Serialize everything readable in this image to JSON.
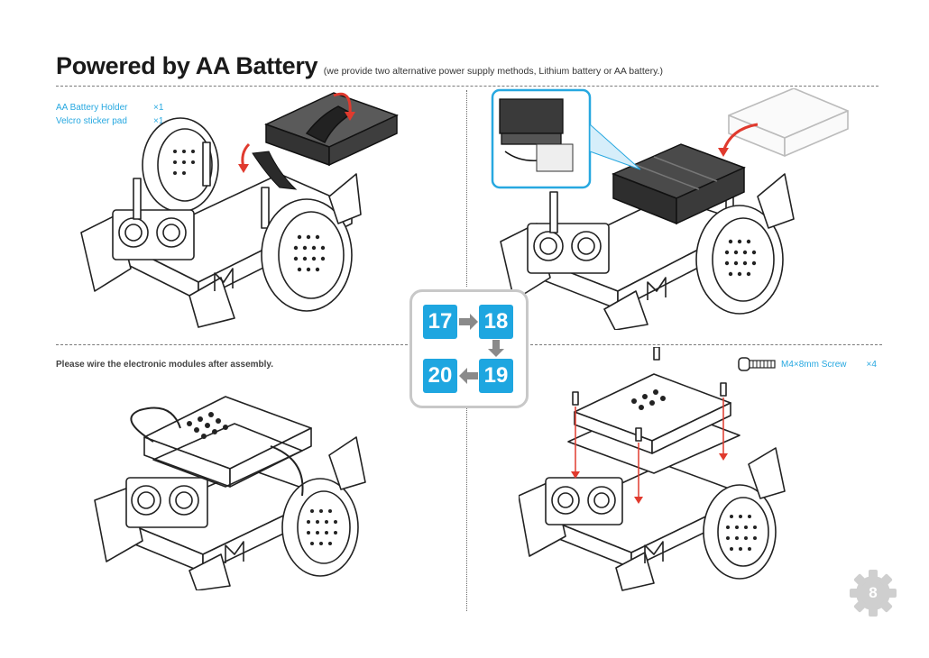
{
  "header": {
    "title": "Powered by AA Battery",
    "subtitle": "(we provide two alternative power supply methods, Lithium battery or AA battery.)"
  },
  "parts_list": [
    {
      "name": "AA Battery Holder",
      "qty": "×1"
    },
    {
      "name": "Velcro sticker pad",
      "qty": "×1"
    }
  ],
  "note": "Please wire the electronic modules after assembly.",
  "screw": {
    "name": "M4×8mm Screw",
    "qty": "×4"
  },
  "steps": {
    "s1": "17",
    "s2": "18",
    "s3": "19",
    "s4": "20"
  },
  "page_number": "8",
  "colors": {
    "accent": "#1ea6e0",
    "text_blue": "#27a8e0",
    "arrow_red": "#e03a2e",
    "gray": "#c8c8c8"
  }
}
